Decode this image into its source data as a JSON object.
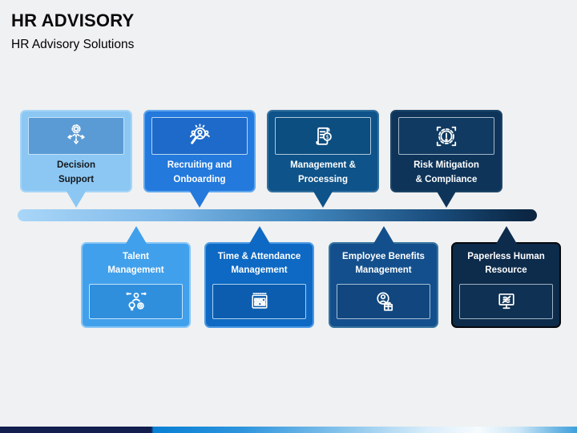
{
  "slide": {
    "title": "HR ADVISORY",
    "subtitle": "HR Advisory Solutions"
  },
  "palette": {
    "background": "#F0F1F2",
    "title_color": "#0A0A0A",
    "timeline_gradient": [
      "#A9D6F8",
      "#7FB9E9",
      "#1A4E7E",
      "#0B2440"
    ],
    "footer_navy": "#121F4E",
    "footer_blue": "#0780D4",
    "box_fills": [
      "#8CC7F3",
      "#2379DC",
      "#0E5389",
      "#0E3459",
      "#41A0EB",
      "#0D69C3",
      "#134F8C",
      "#0D2B4B"
    ],
    "icon_color": "#FFFFFF"
  },
  "boxes": [
    {
      "label": "Decision\nSupport",
      "row": "top",
      "icon": "gear-arrows-icon",
      "fill": "#8CC7F3",
      "text_color": "#14181C"
    },
    {
      "label": "Recruiting and\nOnboarding",
      "row": "top",
      "icon": "people-search-icon",
      "fill": "#2379DC",
      "text_color": "#FFFFFF"
    },
    {
      "label": "Management &\nProcessing",
      "row": "top",
      "icon": "payroll-document-icon",
      "fill": "#0E5389",
      "text_color": "#FFFFFF"
    },
    {
      "label": "Risk Mitigation\n& Compliance",
      "row": "top",
      "icon": "gear-alert-icon",
      "fill": "#0E3459",
      "text_color": "#FFFFFF"
    },
    {
      "label": "Talent\nManagement",
      "row": "bottom",
      "icon": "person-idea-target-icon",
      "fill": "#41A0EB",
      "text_color": "#FFFFFF"
    },
    {
      "label": "Time & Attendance\nManagement",
      "row": "bottom",
      "icon": "calendar-checks-icon",
      "fill": "#0D69C3",
      "text_color": "#FFFFFF"
    },
    {
      "label": "Employee Benefits\nManagement",
      "row": "bottom",
      "icon": "employee-gift-icon",
      "fill": "#134F8C",
      "text_color": "#FFFFFF"
    },
    {
      "label": "Paperless Human\nResource",
      "row": "bottom",
      "icon": "paperless-monitor-icon",
      "fill": "#0D2B4B",
      "text_color": "#FFFFFF"
    }
  ]
}
